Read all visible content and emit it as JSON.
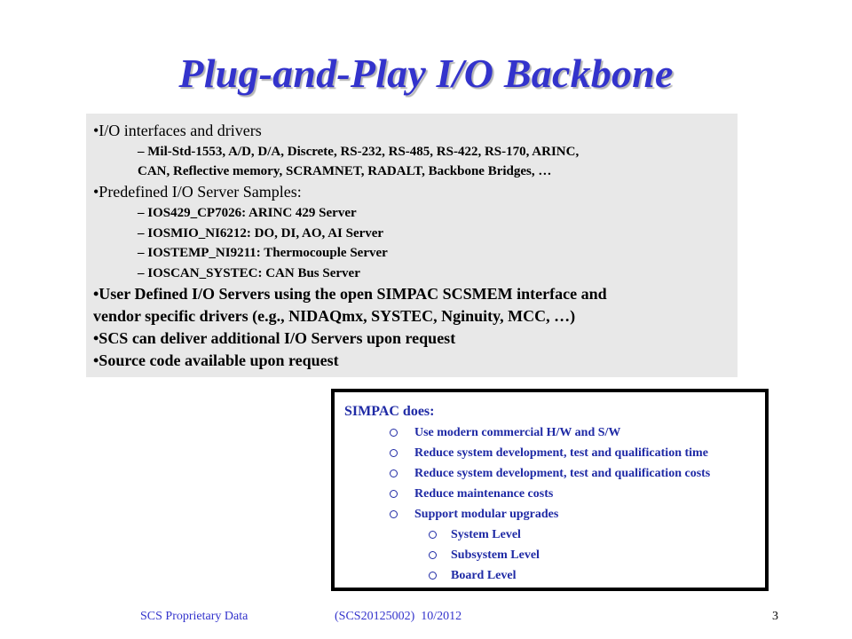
{
  "slide": {
    "title": "Plug-and-Play I/O Backbone"
  },
  "content": {
    "b1": "•I/O interfaces and drivers",
    "b1_sub_1": "– Mil-Std-1553, A/D, D/A, Discrete, RS-232, RS-485, RS-422, RS-170, ARINC,",
    "b1_sub_2": "CAN, Reflective memory, SCRAMNET, RADALT, Backbone Bridges, …",
    "b2": "•Predefined I/O Server Samples:",
    "b2_subs": [
      "– IOS429_CP7026: ARINC 429 Server",
      "– IOSMIO_NI6212: DO, DI, AO, AI Server",
      "– IOSTEMP_NI9211: Thermocouple Server",
      "– IOSCAN_SYSTEC: CAN Bus Server"
    ],
    "b3_line1": "•User Defined I/O Servers using the open SIMPAC SCSMEM interface and",
    "b3_line2": "vendor specific drivers (e.g., NIDAQmx, SYSTEC, Nginuity, MCC, …)",
    "b4": "•SCS can deliver additional I/O Servers upon request",
    "b5": "•Source code available upon request"
  },
  "simpac": {
    "heading": "SIMPAC does:",
    "items": [
      "Use modern commercial H/W and S/W",
      "Reduce system development, test and qualification time",
      "Reduce system development, test and qualification costs",
      "Reduce maintenance costs",
      "Support modular upgrades"
    ],
    "subitems": [
      "System Level",
      "Subsystem Level",
      "Board Level"
    ]
  },
  "footer": {
    "left": "SCS Proprietary Data",
    "middle": "(SCS20125002)  10/2012",
    "page_number": "3"
  },
  "colors": {
    "title": "#3333cc",
    "box_background": "#e8e8e8",
    "simpac_text": "#1f2aa5"
  }
}
